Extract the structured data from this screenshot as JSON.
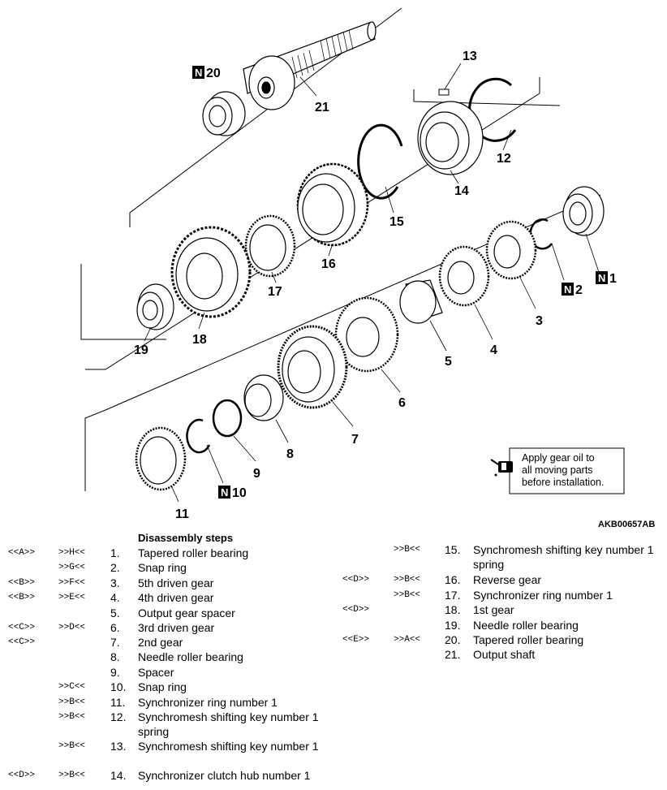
{
  "figure": {
    "code": "AKB00657AB",
    "note": [
      "Apply gear oil to",
      "all moving parts",
      "before installation."
    ],
    "note_icon": "oil-can-icon",
    "callouts": [
      {
        "id": "c1",
        "label": "1",
        "marked": true
      },
      {
        "id": "c2",
        "label": "2",
        "marked": true
      },
      {
        "id": "c3",
        "label": "3",
        "marked": false
      },
      {
        "id": "c4",
        "label": "4",
        "marked": false
      },
      {
        "id": "c5",
        "label": "5",
        "marked": false
      },
      {
        "id": "c6",
        "label": "6",
        "marked": false
      },
      {
        "id": "c7",
        "label": "7",
        "marked": false
      },
      {
        "id": "c8",
        "label": "8",
        "marked": false
      },
      {
        "id": "c9",
        "label": "9",
        "marked": false
      },
      {
        "id": "c10",
        "label": "10",
        "marked": true
      },
      {
        "id": "c11",
        "label": "11",
        "marked": false
      },
      {
        "id": "c12",
        "label": "12",
        "marked": false
      },
      {
        "id": "c13",
        "label": "13",
        "marked": false
      },
      {
        "id": "c14",
        "label": "14",
        "marked": false
      },
      {
        "id": "c15",
        "label": "15",
        "marked": false
      },
      {
        "id": "c16",
        "label": "16",
        "marked": false
      },
      {
        "id": "c17",
        "label": "17",
        "marked": false
      },
      {
        "id": "c18",
        "label": "18",
        "marked": false
      },
      {
        "id": "c19",
        "label": "19",
        "marked": false
      },
      {
        "id": "c20",
        "label": "20",
        "marked": true
      },
      {
        "id": "c21",
        "label": "21",
        "marked": false
      }
    ],
    "marker_letter": "N"
  },
  "steps_title": "Disassembly steps",
  "steps": [
    {
      "a": "<<A>>",
      "b": ">>H<<",
      "num": "1.",
      "name": "Tapered roller bearing"
    },
    {
      "a": "",
      "b": ">>G<<",
      "num": "2.",
      "name": "Snap ring"
    },
    {
      "a": "<<B>>",
      "b": ">>F<<",
      "num": "3.",
      "name": "5th driven gear"
    },
    {
      "a": "<<B>>",
      "b": ">>E<<",
      "num": "4.",
      "name": "4th driven gear"
    },
    {
      "a": "",
      "b": "",
      "num": "5.",
      "name": "Output gear spacer"
    },
    {
      "a": "<<C>>",
      "b": ">>D<<",
      "num": "6.",
      "name": "3rd driven gear"
    },
    {
      "a": "<<C>>",
      "b": "",
      "num": "7.",
      "name": "2nd gear"
    },
    {
      "a": "",
      "b": "",
      "num": "8.",
      "name": "Needle roller bearing"
    },
    {
      "a": "",
      "b": "",
      "num": "9.",
      "name": "Spacer"
    },
    {
      "a": "",
      "b": ">>C<<",
      "num": "10.",
      "name": "Snap ring"
    },
    {
      "a": "",
      "b": ">>B<<",
      "num": "11.",
      "name": "Synchronizer ring number 1"
    },
    {
      "a": "",
      "b": ">>B<<",
      "num": "12.",
      "name": "Synchromesh shifting key number 1 spring"
    },
    {
      "a": "",
      "b": ">>B<<",
      "num": "13.",
      "name": "Synchromesh shifting key number 1"
    },
    {
      "a": "<<D>>",
      "b": ">>B<<",
      "num": "14.",
      "name": "Synchronizer clutch hub number 1"
    },
    {
      "a": "",
      "b": ">>B<<",
      "num": "15.",
      "name": "Synchromesh shifting key number 1 spring"
    },
    {
      "a": "<<D>>",
      "b": ">>B<<",
      "num": "16.",
      "name": "Reverse gear"
    },
    {
      "a": "",
      "b": ">>B<<",
      "num": "17.",
      "name": "Synchronizer ring number 1"
    },
    {
      "a": "<<D>>",
      "b": "",
      "num": "18.",
      "name": "1st gear"
    },
    {
      "a": "",
      "b": "",
      "num": "19.",
      "name": "Needle roller bearing"
    },
    {
      "a": "<<E>>",
      "b": ">>A<<",
      "num": "20.",
      "name": "Tapered roller bearing"
    },
    {
      "a": "",
      "b": "",
      "num": "21.",
      "name": "Output shaft"
    }
  ]
}
